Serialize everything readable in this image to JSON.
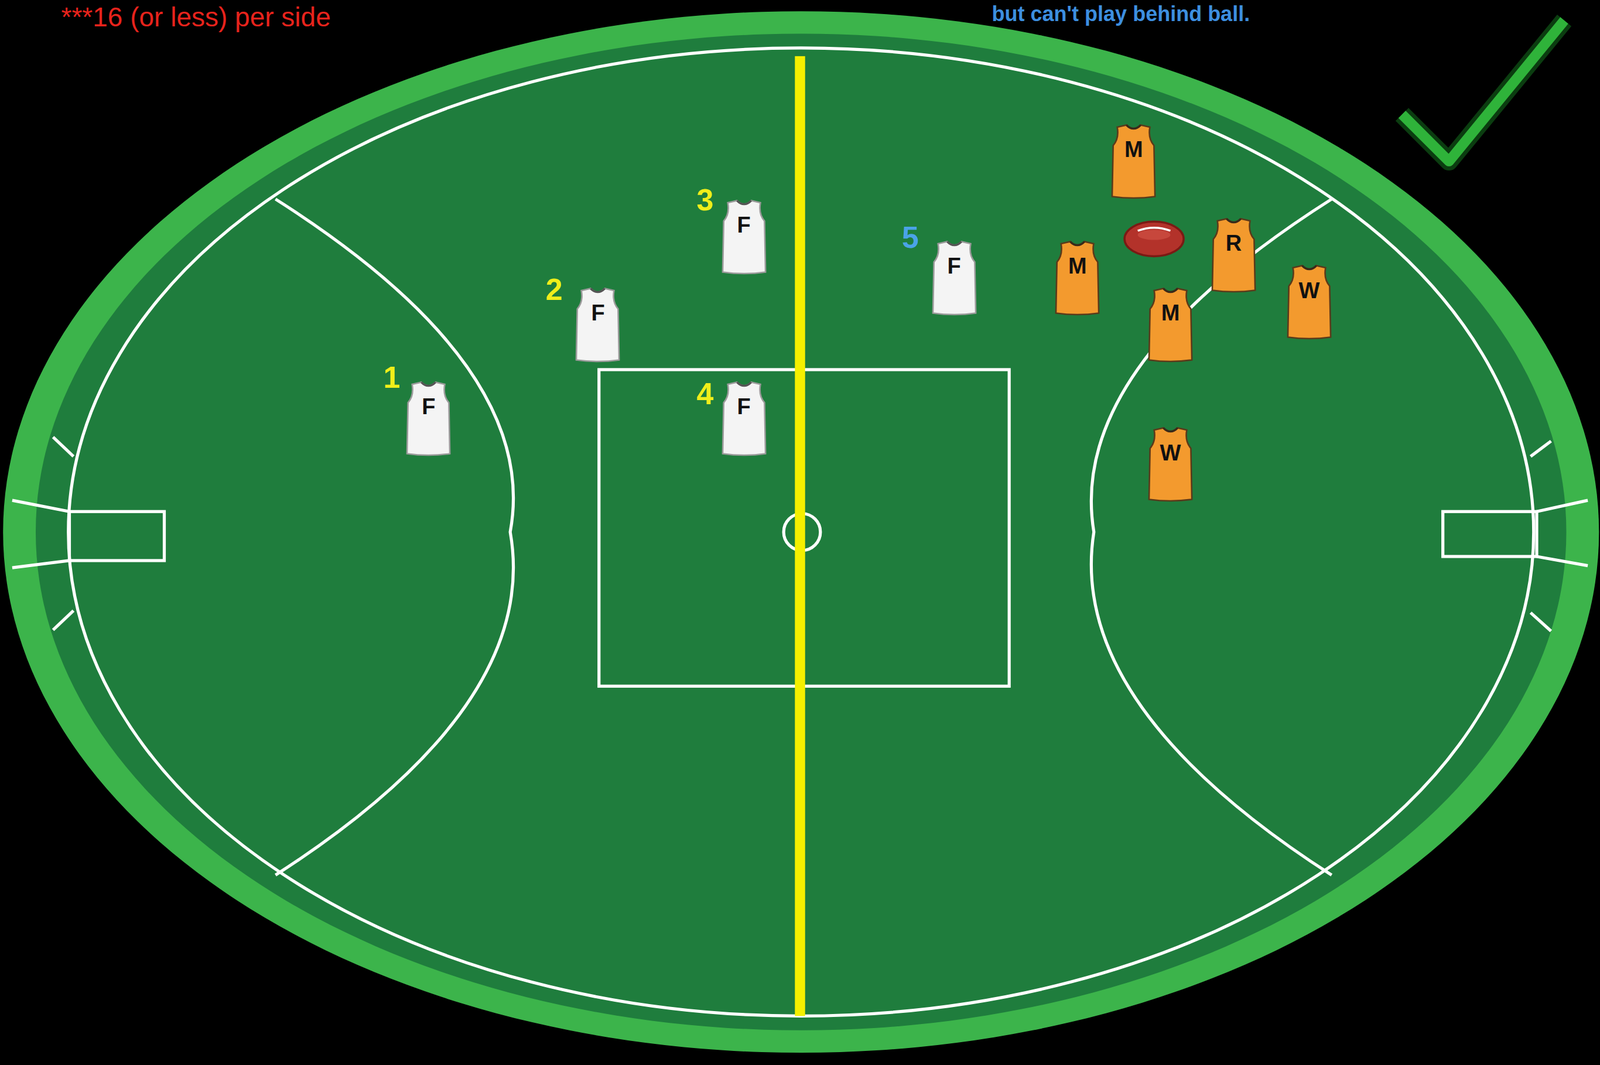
{
  "diagram": {
    "nodes": [
      {
        "text": [
          "F"
        ]
      },
      {
        "text": [
          "F"
        ]
      },
      {
        "text": [
          "F"
        ]
      },
      {
        "text": [
          "F"
        ]
      },
      {
        "text": [
          "F"
        ]
      },
      {
        "text": [
          "M"
        ]
      },
      {
        "text": [
          "M"
        ]
      },
      {
        "text": [
          "R"
        ]
      },
      {
        "text": [
          "W"
        ]
      },
      {
        "text": [
          "M"
        ]
      },
      {
        "text": [
          "W"
        ]
      }
    ],
    "labels": [
      "***16 (or less) per side",
      "but can't play behind ball.",
      "1",
      "2",
      "3",
      "4",
      "5"
    ]
  }
}
